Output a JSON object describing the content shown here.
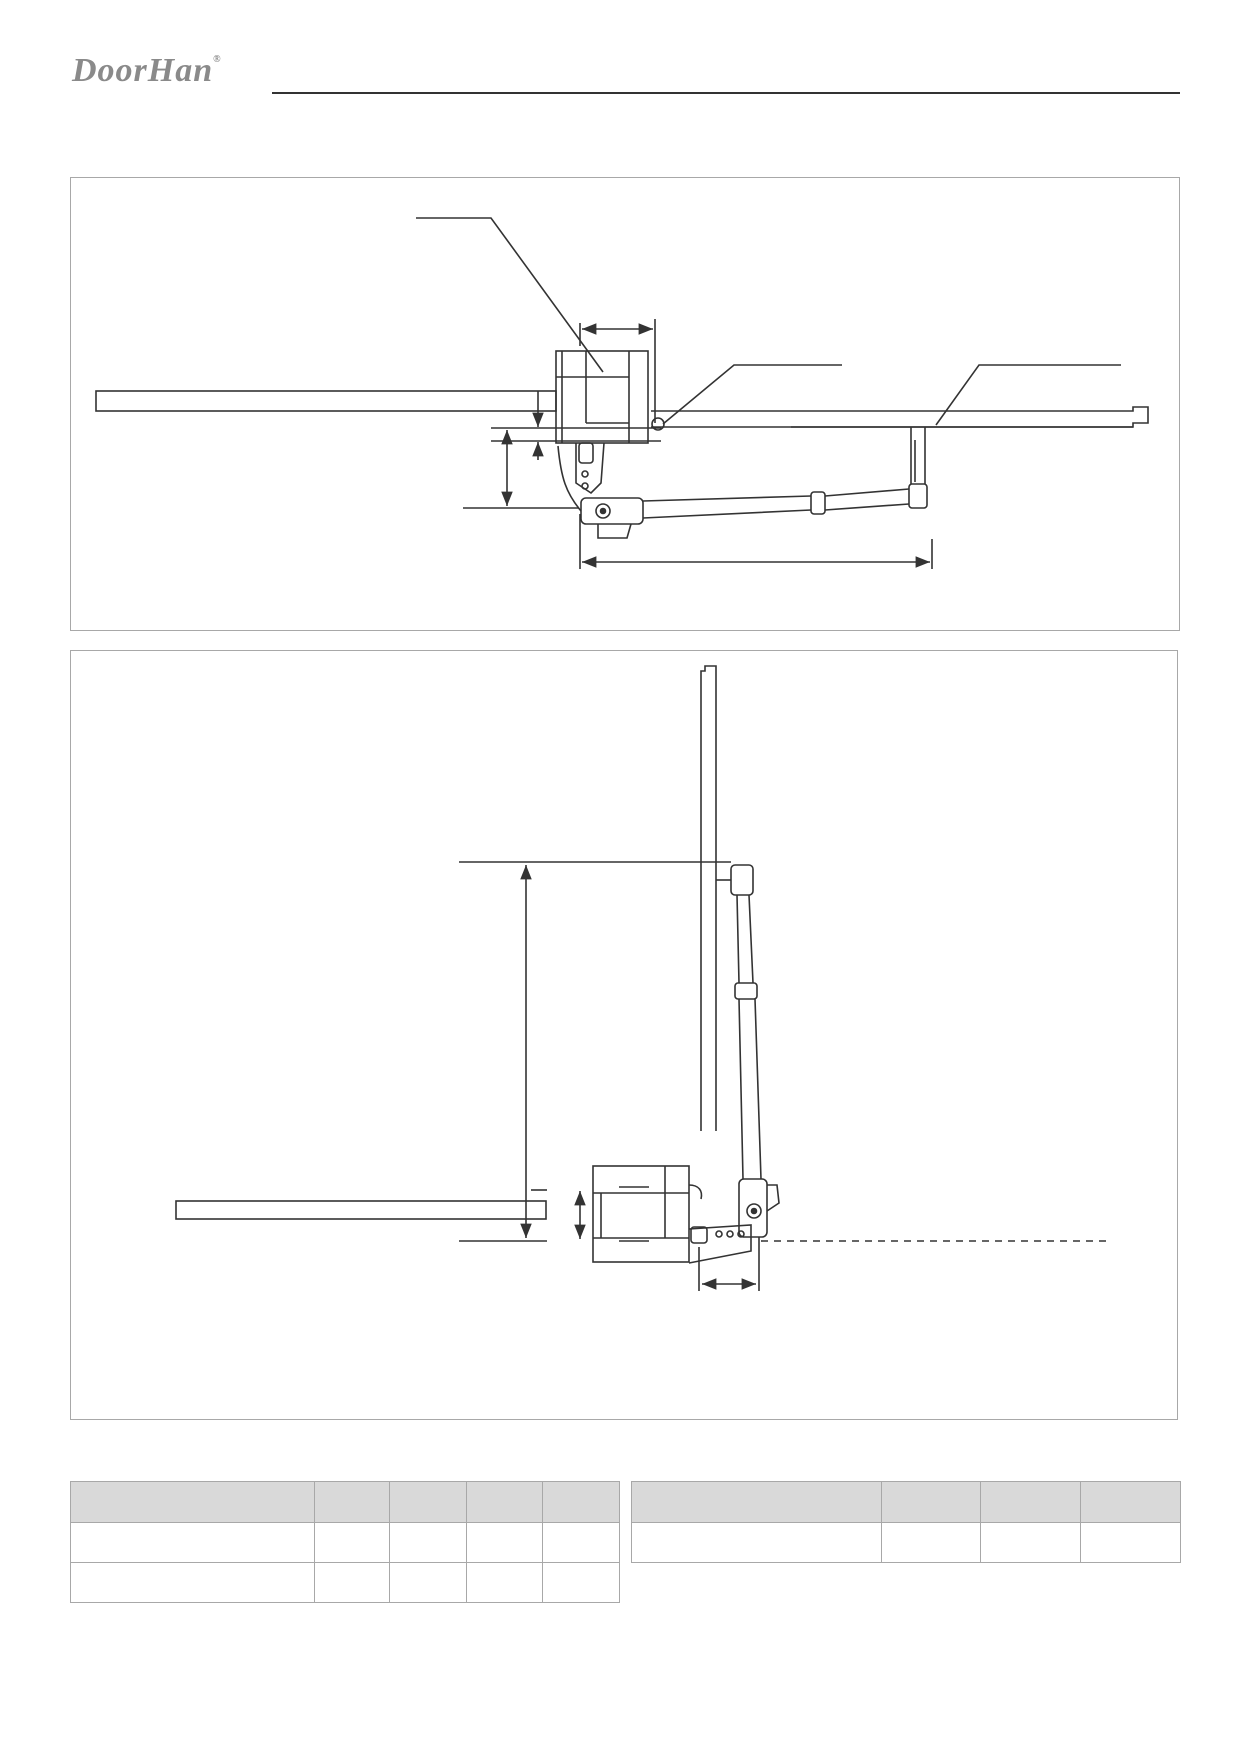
{
  "header": {
    "brand": "DoorHan",
    "registered_mark": "®"
  },
  "tables": {
    "left": {
      "columns": 5,
      "header_rows": 1,
      "body_rows": 2
    },
    "right": {
      "columns": 4,
      "header_rows": 1,
      "body_rows": 1
    }
  },
  "colors": {
    "line": "#333333",
    "frame": "#a8a8a8",
    "table_header_fill": "#d9d9d9",
    "logo": "#8a8a8a"
  }
}
